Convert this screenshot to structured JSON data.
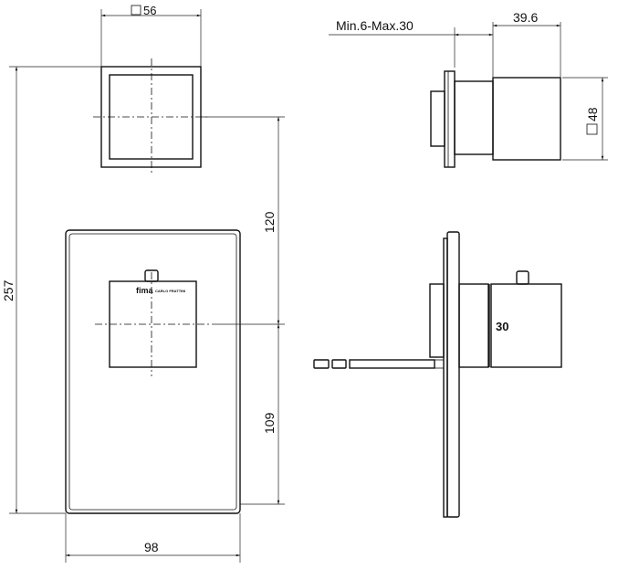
{
  "drawing": {
    "front_view": {
      "knob_size_label": "56",
      "overall_height_label": "257",
      "upper_offset_label": "120",
      "lower_offset_label": "109",
      "plate_width_label": "98",
      "logo_text": "fima carlo frattini"
    },
    "side_view": {
      "wall_depth_label": "Min.6-Max.30",
      "knob_depth_label": "39.6",
      "knob_square_label": "48",
      "temperature_mark": "30"
    },
    "square_symbol": "□"
  }
}
